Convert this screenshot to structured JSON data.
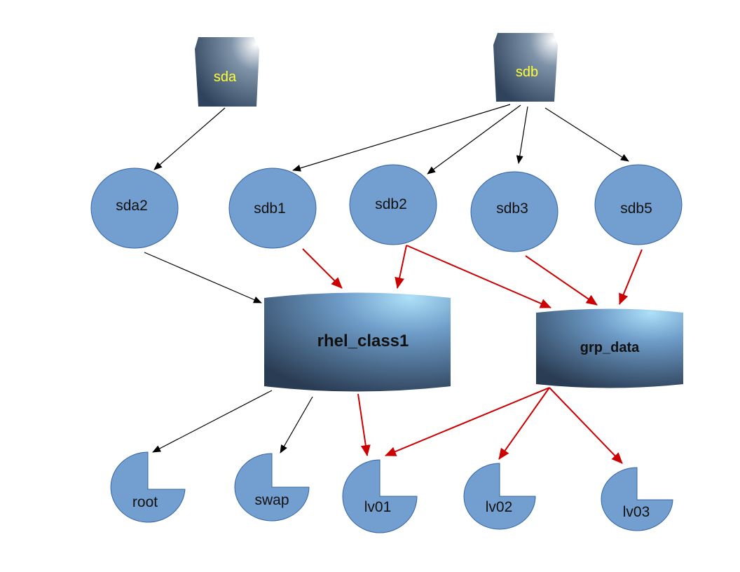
{
  "colors": {
    "disk_text": "#ffff33",
    "node_fill": "#729fcf",
    "node_stroke": "#3465a4",
    "text": "#111111",
    "arrow_black": "#000000",
    "arrow_red": "#cc0000",
    "volume_dark": "#2b3e55",
    "volume_light": "#a9dcf7"
  },
  "disks": [
    {
      "id": "sda",
      "label": "sda"
    },
    {
      "id": "sdb",
      "label": "sdb"
    }
  ],
  "partitions": [
    {
      "id": "sda2",
      "label": "sda2"
    },
    {
      "id": "sdb1",
      "label": "sdb1"
    },
    {
      "id": "sdb2",
      "label": "sdb2"
    },
    {
      "id": "sdb3",
      "label": "sdb3"
    },
    {
      "id": "sdb5",
      "label": "sdb5"
    }
  ],
  "volume_groups": [
    {
      "id": "rhel_class1",
      "label": "rhel_class1"
    },
    {
      "id": "grp_data",
      "label": "grp_data"
    }
  ],
  "logical_volumes": [
    {
      "id": "root",
      "label": "root"
    },
    {
      "id": "swap",
      "label": "swap"
    },
    {
      "id": "lv01",
      "label": "lv01"
    },
    {
      "id": "lv02",
      "label": "lv02"
    },
    {
      "id": "lv03",
      "label": "lv03"
    }
  ],
  "edges": [
    {
      "from": "sda",
      "to": "sda2",
      "color": "black"
    },
    {
      "from": "sdb",
      "to": "sdb1",
      "color": "black"
    },
    {
      "from": "sdb",
      "to": "sdb2",
      "color": "black"
    },
    {
      "from": "sdb",
      "to": "sdb3",
      "color": "black"
    },
    {
      "from": "sdb",
      "to": "sdb5",
      "color": "black"
    },
    {
      "from": "sda2",
      "to": "rhel_class1",
      "color": "black"
    },
    {
      "from": "sdb1",
      "to": "rhel_class1",
      "color": "red"
    },
    {
      "from": "sdb2",
      "to": "rhel_class1",
      "color": "red"
    },
    {
      "from": "sdb2",
      "to": "grp_data",
      "color": "red"
    },
    {
      "from": "sdb3",
      "to": "grp_data",
      "color": "red"
    },
    {
      "from": "sdb5",
      "to": "grp_data",
      "color": "red"
    },
    {
      "from": "rhel_class1",
      "to": "root",
      "color": "black"
    },
    {
      "from": "rhel_class1",
      "to": "swap",
      "color": "black"
    },
    {
      "from": "rhel_class1",
      "to": "lv01",
      "color": "red"
    },
    {
      "from": "grp_data",
      "to": "lv01",
      "color": "red"
    },
    {
      "from": "grp_data",
      "to": "lv02",
      "color": "red"
    },
    {
      "from": "grp_data",
      "to": "lv03",
      "color": "red"
    }
  ]
}
